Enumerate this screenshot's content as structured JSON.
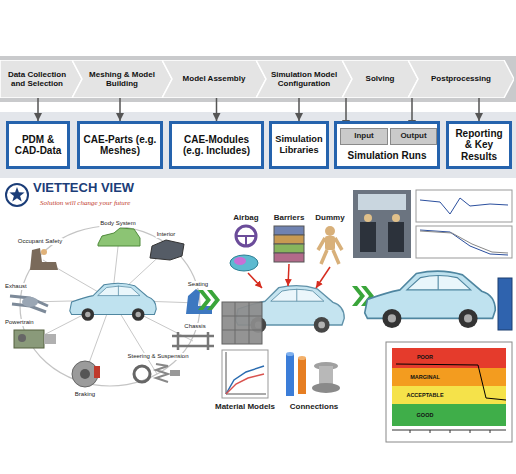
{
  "diagram": {
    "nodes": [
      {
        "text": [
          "Data Collection and Selection"
        ]
      },
      {
        "text": [
          "Meshing & Model Building"
        ]
      },
      {
        "text": [
          "Model Assembly"
        ]
      },
      {
        "text": [
          "Simulation Model Configuration"
        ]
      },
      {
        "text": [
          "Solving"
        ]
      },
      {
        "text": [
          "Postprocessing"
        ]
      },
      {
        "text": [
          "PDM & CAD-Data"
        ]
      },
      {
        "text": [
          "CAE-Parts (e.g. Meshes)"
        ]
      },
      {
        "text": [
          "CAE-Modules (e.g. Includes)"
        ]
      },
      {
        "text": [
          "Simulation Libraries"
        ]
      },
      {
        "text": [
          "Simulation Runs"
        ]
      },
      {
        "text": [
          "Input"
        ],
        "in": 10
      },
      {
        "text": [
          "Output"
        ],
        "in": 10
      },
      {
        "text": [
          "Reporting & Key Results"
        ]
      }
    ],
    "edges": [
      {
        "from": 0,
        "to": 6,
        "arrow": "to"
      },
      {
        "from": 1,
        "to": 7,
        "arrow": "to"
      },
      {
        "from": 2,
        "to": 8,
        "arrow": "to"
      },
      {
        "from": 3,
        "to": 9,
        "arrow": "to"
      },
      {
        "from": 3,
        "to": 11,
        "arrow": "to"
      },
      {
        "from": 4,
        "to": 12,
        "arrow": "to"
      },
      {
        "from": 5,
        "to": 13,
        "arrow": "to"
      }
    ],
    "labels": [
      "VIETTECH VIEW",
      "Solution will change your future",
      "Body System",
      "Occupant Safety",
      "Interior",
      "Exhaust",
      "Seating",
      "Powertrain",
      "Chassis",
      "Steering & Suspension",
      "Braking",
      "Airbag",
      "Barriers",
      "Dummy",
      "Material Models",
      "Connections",
      "POOR",
      "MARGINAL",
      "ACCEPTABLE",
      "GOOD"
    ]
  }
}
